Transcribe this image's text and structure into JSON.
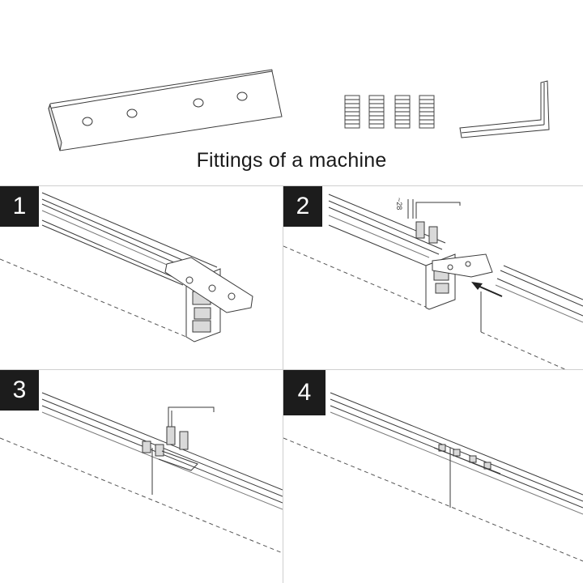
{
  "header": {
    "caption": "Fittings of a machine",
    "items": [
      "connector-plate",
      "springs",
      "hex-key"
    ]
  },
  "steps": [
    {
      "number": "1"
    },
    {
      "number": "2",
      "dimension_label": "~28"
    },
    {
      "number": "3"
    },
    {
      "number": "4"
    }
  ]
}
